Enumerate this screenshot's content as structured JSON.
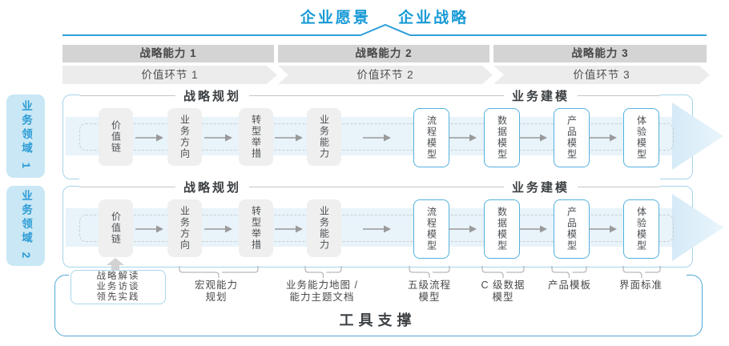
{
  "title": {
    "vision": "企业愿景",
    "strategy": "企业战略"
  },
  "strategy_capabilities": [
    {
      "label": "战略能力 1"
    },
    {
      "label": "战略能力 2"
    },
    {
      "label": "战略能力 3"
    }
  ],
  "value_links": [
    {
      "label": "价值环节 1"
    },
    {
      "label": "价值环节 2"
    },
    {
      "label": "价值环节 3"
    }
  ],
  "business_domains": [
    {
      "label": "业务领域 1"
    },
    {
      "label": "业务领域 2"
    }
  ],
  "row_headers": {
    "planning": "战略规划",
    "modeling": "业务建模"
  },
  "pipeline_boxes": [
    {
      "label": "价值链",
      "variant": "gray"
    },
    {
      "label": "业务方向",
      "variant": "gray"
    },
    {
      "label": "转型举措",
      "variant": "gray"
    },
    {
      "label": "业务能力",
      "variant": "gray"
    },
    {
      "label": "流程模型",
      "variant": "blue"
    },
    {
      "label": "数据模型",
      "variant": "blue"
    },
    {
      "label": "产品模型",
      "variant": "blue"
    },
    {
      "label": "体验模型",
      "variant": "blue"
    }
  ],
  "inputs_box": {
    "lines": "战略解读\n业务访谈\n领先实践"
  },
  "deliverables": [
    {
      "label": "宏观能力\n规划"
    },
    {
      "label": "业务能力地图 /\n能力主题文档"
    },
    {
      "label": "五级流程\n模型"
    },
    {
      "label": "C 级数据\n模型"
    },
    {
      "label": "产品模板"
    },
    {
      "label": "界面标准"
    }
  ],
  "tool_support": {
    "label": "工具支撑"
  },
  "colors": {
    "accent_blue": "#189ad6",
    "domain_bg": "#c9e7f5",
    "row_border": "#a5d4ea",
    "blue_box_border": "#54b1dd",
    "gray_box_bg": "#efefef",
    "capability_bar_bg": "#d4d4d4",
    "chevron_bg": "#ececec",
    "arrow_band": "#e8f3fa",
    "tool_border": "#4fa9d6"
  }
}
